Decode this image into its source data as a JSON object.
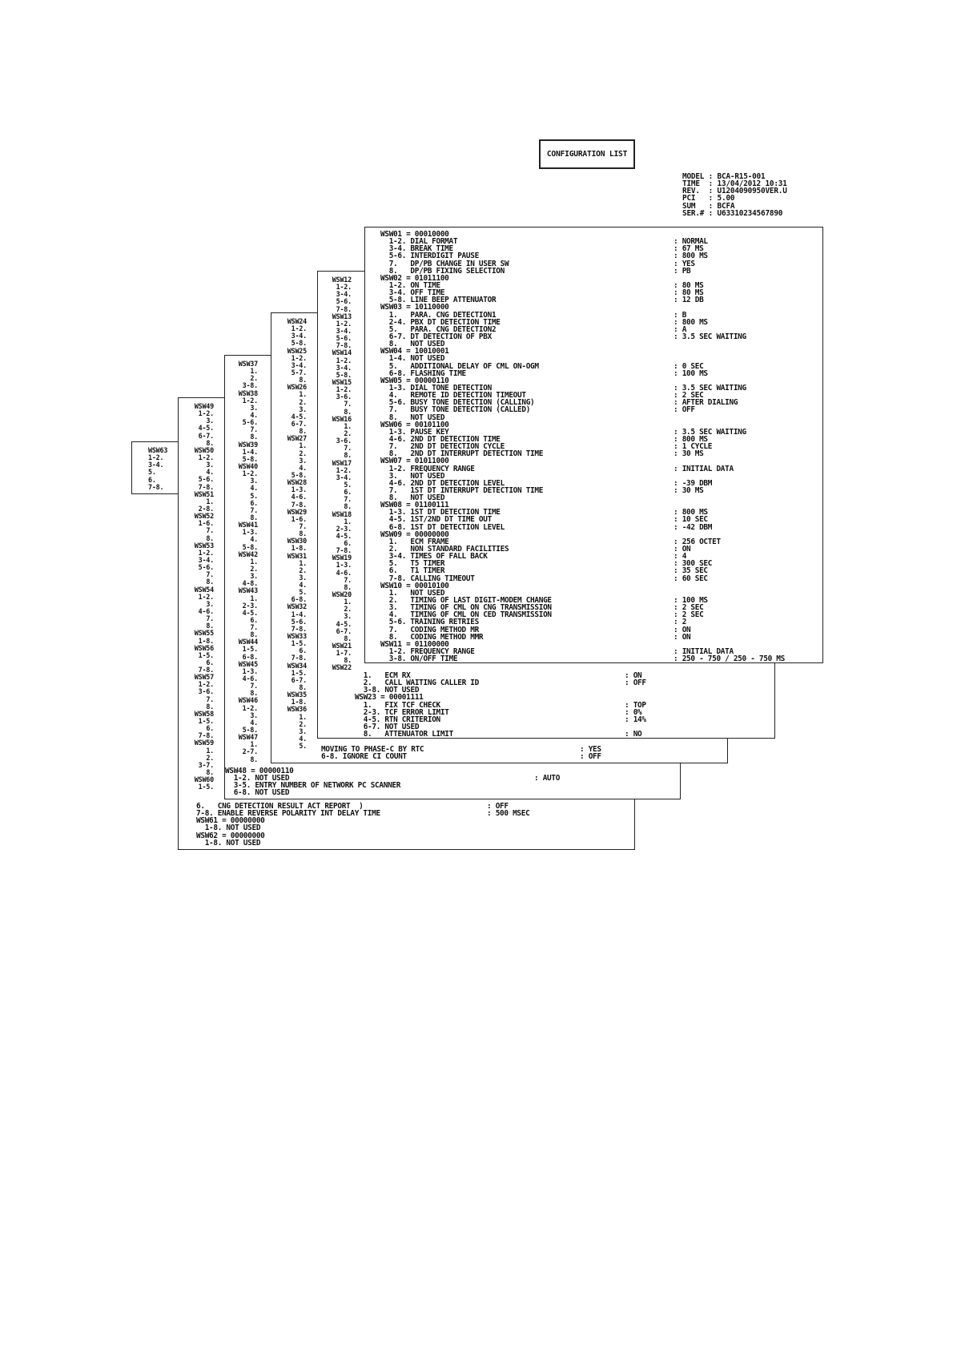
{
  "header": {
    "title": "CONFIGURATION LIST",
    "lines": [
      "MODEL : BCA-R15-001",
      "TIME  : 13/04/2012 10:31",
      "REV.  : U1204090950VER.U",
      "PCI   : 5.00",
      "SUM   : BCFA",
      "SER.# : U63310234567890"
    ]
  },
  "sheet8": [
    "WSW63",
    "1-2.",
    "3-4.",
    "5.",
    "6.",
    "7-8."
  ],
  "sheet7": {
    "col": [
      "WSW49",
      "1-2.",
      "3.",
      "4-5.",
      "6-7.",
      "8.",
      "WSW50",
      "1-2.",
      "3.",
      "4.",
      "5-6.",
      "7-8.",
      "WSW51",
      "1.",
      "2-8.",
      "WSW52",
      "1-6.",
      "7.",
      "8.",
      "WSW53",
      "1-2.",
      "3-4.",
      "5-6.",
      "7.",
      "8.",
      "WSW54",
      "1-2.",
      "3.",
      "4-6.",
      "7.",
      "8.",
      "WSW55",
      "1-8.",
      "WSW56",
      "1-5.",
      "6.",
      "7-8.",
      "WSW57",
      "1-2.",
      "3-6.",
      "7.",
      "8.",
      "WSW58",
      "1-5.",
      "6.",
      "7-8.",
      "WSW59",
      "1.",
      "2.",
      "3-7.",
      "8.",
      "WSW60",
      "1-5."
    ],
    "items": [
      "6.   CNG DETECTION RESULT ACT REPORT  )",
      "7-8. ENABLE REVERSE POLARITY INT DELAY TIME",
      "WSW61 = 00000000",
      "  1-8. NOT USED",
      "WSW62 = 00000000",
      "  1-8. NOT USED"
    ],
    "vals": [
      ": OFF",
      ": 500 MSEC"
    ]
  },
  "sheet6": {
    "col": [
      "WSW37",
      "1.",
      "2.",
      "3-8.",
      "WSW38",
      "1-2.",
      "3.",
      "4.",
      "5-6.",
      "7.",
      "8.",
      "WSW39",
      "1-4.",
      "5-8.",
      "WSW40",
      "1-2.",
      "3.",
      "4.",
      "5.",
      "6.",
      "7.",
      "8.",
      "WSW41",
      "1-3.",
      "4.",
      "5-8.",
      "WSW42",
      "1.",
      "2.",
      "3.",
      "4-8.",
      "WSW43",
      "1.",
      "2-3.",
      "4-5.",
      "6.",
      "7.",
      "8.",
      "WSW44",
      "1-5.",
      "6-8.",
      "WSW45",
      "1-3.",
      "4-6.",
      "7.",
      "8.",
      "WSW46",
      "1-2.",
      "3.",
      "4.",
      "5-8.",
      "WSW47",
      "1.",
      "2-7.",
      "8."
    ],
    "items": [
      "WSW48 = 00000110",
      "  1-2. NOT USED",
      "  3-5. ENTRY NUMBER OF NETWORK PC SCANNER",
      "  6-8. NOT USED"
    ],
    "vals": [
      ": AUTO"
    ]
  },
  "sheet5": {
    "col": [
      "WSW24",
      "1-2.",
      "3-4.",
      "5-8.",
      "WSW25",
      "1-2.",
      "3-4.",
      "5-7.",
      "8.",
      "WSW26",
      "1.",
      "2.",
      "3.",
      "4-5.",
      "6-7.",
      "8.",
      "WSW27",
      "1.",
      "2.",
      "3.",
      "4.",
      "5-8.",
      "WSW28",
      "1-3.",
      "4-6.",
      "7-8.",
      "WSW29",
      "1-6.",
      "7.",
      "8.",
      "WSW30",
      "1-8.",
      "WSW31",
      "1.",
      "2.",
      "3.",
      "4.",
      "5.",
      "6-8.",
      "WSW32",
      "1-4.",
      "5-6.",
      "7-8.",
      "WSW33",
      "1-5.",
      "6.",
      "7-8.",
      "WSW34",
      "1-5.",
      "6-7.",
      "8.",
      "WSW35",
      "1-8.",
      "WSW36",
      "1.",
      "2.",
      "3.",
      "4.",
      "5."
    ],
    "items": [
      "MOVING TO PHASE-C BY RTC",
      "6-8. IGNORE CI COUNT"
    ],
    "vals": [
      ": YES",
      ": OFF"
    ]
  },
  "sheet4": {
    "col": [
      "WSW12",
      "1-2.",
      "3-4.",
      "5-6.",
      "7-8.",
      "WSW13",
      "1-2.",
      "3-4.",
      "5-6.",
      "7-8.",
      "WSW14",
      "1-2.",
      "3-4.",
      "5-8.",
      "WSW15",
      "1-2.",
      "3-6.",
      "7.",
      "8.",
      "WSW16",
      "1.",
      "2.",
      "3-6.",
      "7.",
      "8.",
      "WSW17",
      "1-2.",
      "3-4.",
      "5.",
      "6.",
      "7.",
      "8.",
      "WSW18",
      "1.",
      "2-3.",
      "4-5.",
      "6.",
      "7-8.",
      "WSW19",
      "1-3.",
      "4-6.",
      "7.",
      "8.",
      "WSW20",
      "1.",
      "2.",
      "3.",
      "4-5.",
      "6-7.",
      "8.",
      "WSW21",
      "1-7.",
      "8.",
      "WSW22"
    ],
    "items": [
      "  1.   ECM RX",
      "  2.   CALL WAITING CALLER ID",
      "  3-8. NOT USED",
      "WSW23 = 00001111",
      "  1.   FIX TCF CHECK",
      "  2-3. TCF ERROR LIMIT",
      "  4-5. RTN CRITERION",
      "  6-7. NOT USED",
      "  8.   ATTENUATOR LIMIT"
    ],
    "vals": [
      ": ON",
      ": OFF",
      "",
      "",
      ": TOP",
      ": 0%",
      ": 14%",
      "",
      ": NO"
    ]
  },
  "sheet1": {
    "items": [
      "WSW01 = 00010000",
      "  1-2. DIAL FORMAT",
      "  3-4. BREAK TIME",
      "  5-6. INTERDIGIT PAUSE",
      "  7.   DP/PB CHANGE IN USER SW",
      "  8.   DP/PB FIXING SELECTION",
      "WSW02 = 01011100",
      "  1-2. ON TIME",
      "  3-4. OFF TIME",
      "  5-8. LINE BEEP ATTENUATOR",
      "WSW03 = 10110000",
      "  1.   PARA. CNG DETECTION1",
      "  2-4. PBX DT DETECTION TIME",
      "  5.   PARA. CNG DETECTION2",
      "  6-7. DT DETECTION OF PBX",
      "  8.   NOT USED",
      "WSW04 = 10010001",
      "  1-4. NOT USED",
      "  5.   ADDITIONAL DELAY OF CML ON-OGM",
      "  6-8. FLASHING TIME",
      "WSW05 = 00000110",
      "  1-3. DIAL TONE DETECTION",
      "  4.   REMOTE ID DETECTION TIMEOUT",
      "  5-6. BUSY TONE DETECTION (CALLING)",
      "  7.   BUSY TONE DETECTION (CALLED)",
      "  8.   NOT USED",
      "WSW06 = 00101100",
      "  1-3. PAUSE KEY",
      "  4-6. 2ND DT DETECTION TIME",
      "  7.   2ND DT DETECTION CYCLE",
      "  8.   2ND DT INTERRUPT DETECTION TIME",
      "WSW07 = 01011000",
      "  1-2. FREQUENCY RANGE",
      "  3.   NOT USED",
      "  4-6. 2ND DT DETECTION LEVEL",
      "  7.   1ST DT INTERRUPT DETECTION TIME",
      "  8.   NOT USED",
      "WSW08 = 01100111",
      "  1-3. 1ST DT DETECTION TIME",
      "  4-5. 1ST/2ND DT TIME OUT",
      "  6-8. 1ST DT DETECTION LEVEL",
      "WSW09 = 00000000",
      "  1.   ECM FRAME",
      "  2.   NON STANDARD FACILITIES",
      "  3-4. TIMES OF FALL BACK",
      "  5.   T5 TIMER",
      "  6.   T1 TIMER",
      "  7-8. CALLING TIMEOUT",
      "WSW10 = 00010100",
      "  1.   NOT USED",
      "  2.   TIMING OF LAST DIGIT-MODEM CHANGE",
      "  3.   TIMING OF CML ON CNG TRANSMISSION",
      "  4.   TIMING OF CML ON CED TRANSMISSION",
      "  5-6. TRAINING RETRIES",
      "  7.   CODING METHOD MR",
      "  8.   CODING METHOD MMR",
      "WSW11 = 01100000",
      "  1-2. FREQUENCY RANGE",
      "  3-8. ON/OFF TIME"
    ],
    "vals": [
      "",
      ": NORMAL",
      ": 67 MS",
      ": 800 MS",
      ": YES",
      ": PB",
      "",
      ": 80 MS",
      ": 80 MS",
      ": 12 DB",
      "",
      ": B",
      ": 800 MS",
      ": A",
      ": 3.5 SEC WAITING",
      "",
      "",
      "",
      ": 0 SEC",
      ": 100 MS",
      "",
      ": 3.5 SEC WAITING",
      ": 2 SEC",
      ": AFTER DIALING",
      ": OFF",
      "",
      "",
      ": 3.5 SEC WAITING",
      ": 800 MS",
      ": 1 CYCLE",
      ": 30 MS",
      "",
      ": INITIAL DATA",
      "",
      ": -39 DBM",
      ": 30 MS",
      "",
      "",
      ": 800 MS",
      ": 10 SEC",
      ": -42 DBM",
      "",
      ": 256 OCTET",
      ": ON",
      ": 4",
      ": 300 SEC",
      ": 35 SEC",
      ": 60 SEC",
      "",
      "",
      ": 100 MS",
      ": 2 SEC",
      ": 2 SEC",
      ": 2",
      ": ON",
      ": ON",
      "",
      ": INITIAL DATA",
      ": 250 - 750 / 250 - 750 MS"
    ]
  }
}
